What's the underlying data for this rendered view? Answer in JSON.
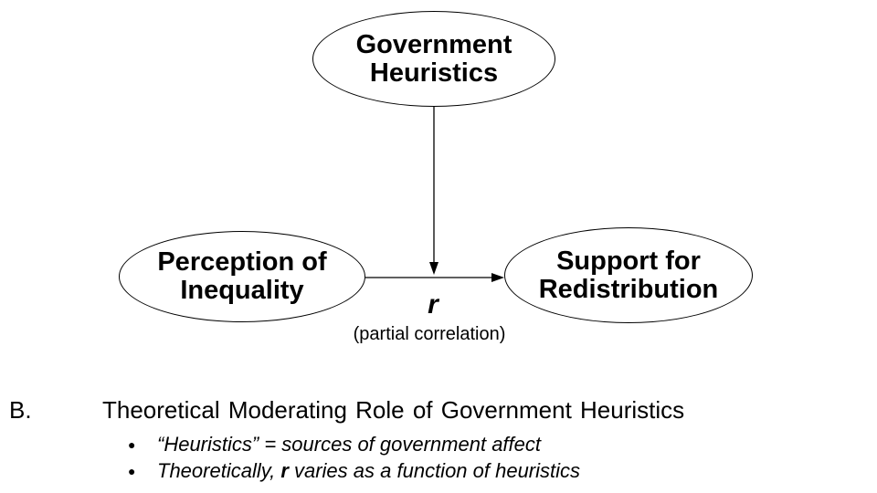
{
  "diagram": {
    "nodes": {
      "government": {
        "line1": "Government",
        "line2": "Heuristics"
      },
      "perception": {
        "line1": "Perception of",
        "line2": "Inequality"
      },
      "support": {
        "line1": "Support for",
        "line2": "Redistribution"
      }
    },
    "edge_label": {
      "r": "r",
      "caption": "(partial correlation)"
    }
  },
  "caption": {
    "index": "B.",
    "title": "Theoretical Moderating Role of Government Heuristics",
    "bullets": [
      {
        "bullet": "●",
        "text": "“Heuristics” = sources of government affect"
      },
      {
        "bullet": "●",
        "pre": "Theoretically, ",
        "emph": "r",
        "post": " varies as a function of heuristics"
      }
    ]
  },
  "colors": {
    "ink": "#000000",
    "background": "#ffffff"
  }
}
